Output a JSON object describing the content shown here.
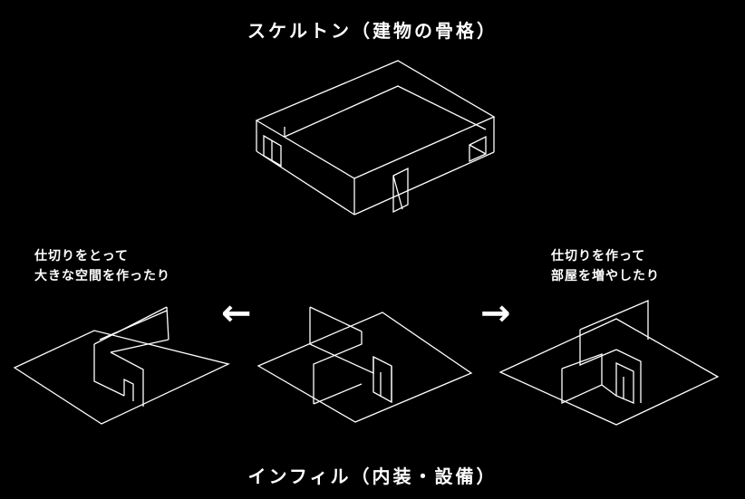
{
  "titles": {
    "skeleton": "スケルトン（建物の骨格）",
    "infill": "インフィル（内装・設備）"
  },
  "notes": {
    "left": [
      "仕切りをとって",
      "大きな空間を作ったり"
    ],
    "right": [
      "仕切りを作って",
      "部屋を増やしたり"
    ]
  },
  "arrows": {
    "left": "←",
    "right": "→"
  },
  "colors": {
    "background": "#000000",
    "foreground": "#ffffff"
  }
}
